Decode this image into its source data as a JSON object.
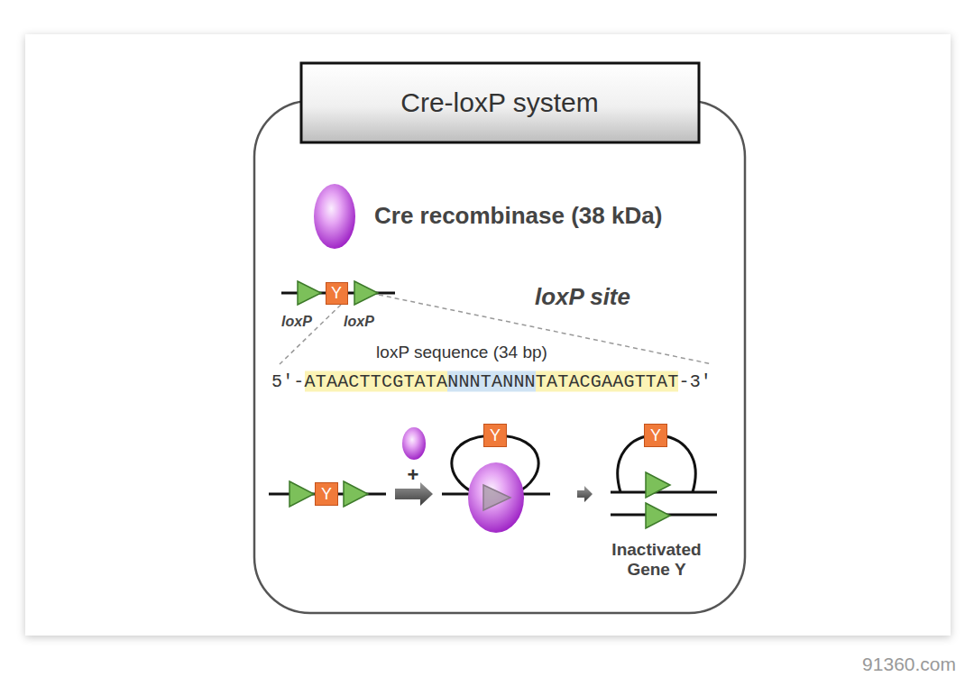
{
  "diagram": {
    "title": "Cre-loxP system",
    "nodes": [
      {
        "text": [
          "Y"
        ]
      },
      {
        "text": [
          "Y"
        ]
      },
      {
        "text": [
          "Y"
        ]
      },
      {
        "text": [
          "Y"
        ]
      }
    ],
    "labels": [
      "Cre recombinase (38 kDa)",
      "loxP",
      "loxP",
      "loxP site",
      "loxP sequence (34 bp)",
      "5'-ATAACTTCGTATANNNTANNNTATACGAAGTTAT-3'",
      "+",
      "Inactivated Gene Y",
      "91360.com"
    ]
  }
}
